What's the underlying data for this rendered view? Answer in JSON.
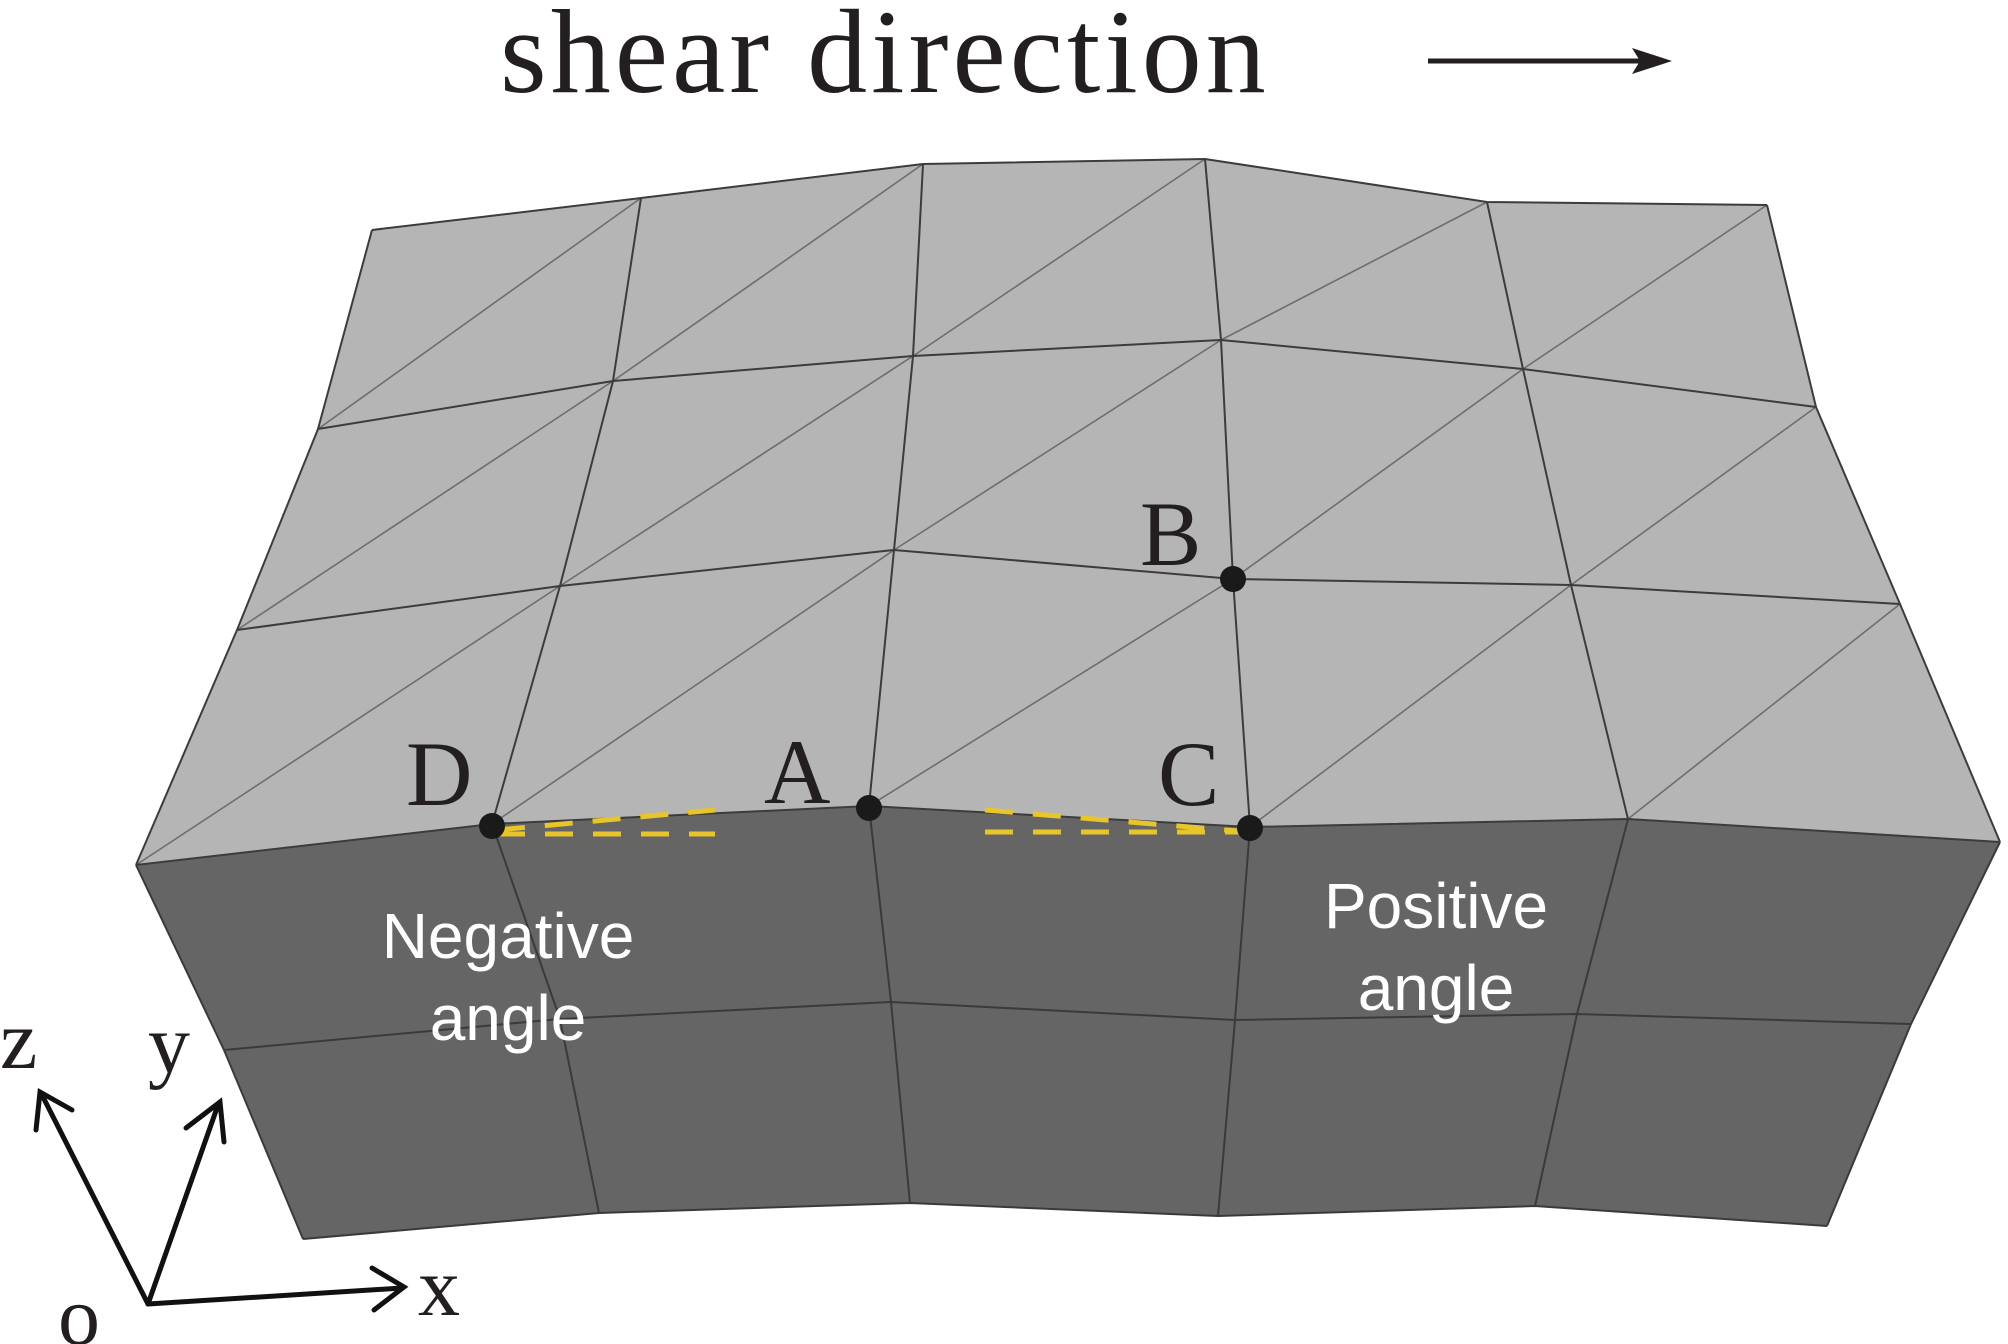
{
  "title": {
    "text": "shear direction",
    "arrow": "right-arrow"
  },
  "points": {
    "A": {
      "label": "A"
    },
    "B": {
      "label": "B"
    },
    "C": {
      "label": "C"
    },
    "D": {
      "label": "D"
    }
  },
  "annotations": {
    "negative_line1": "Negative",
    "negative_line2": "angle",
    "positive_line1": "Positive",
    "positive_line2": "angle"
  },
  "axes": {
    "x": "x",
    "y": "y",
    "z": "z",
    "origin": "o"
  },
  "colors": {
    "top_face": "#b5b5b5",
    "front_face": "#656565",
    "mesh_line": "#3c3c3c",
    "diagonal_line": "#6e6e6e",
    "dashed_line": "#e8c52a",
    "point": "#1a1a1a",
    "text_dark": "#231f20",
    "text_light": "#ffffff"
  }
}
